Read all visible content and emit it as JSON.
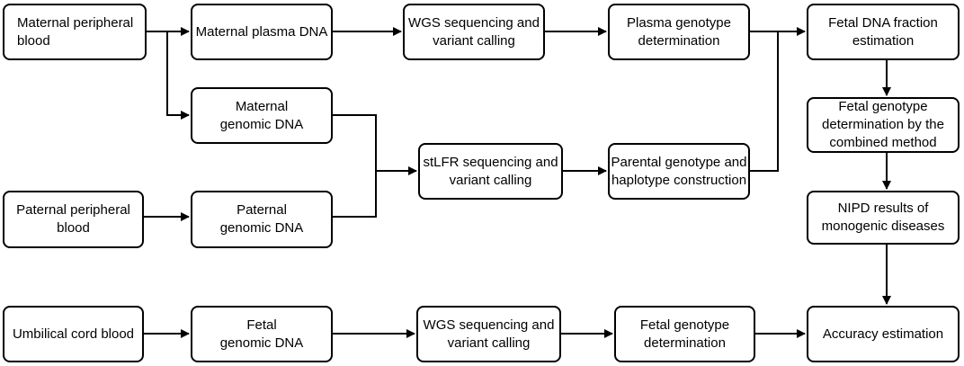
{
  "colors": {
    "stroke": "#000000",
    "fill": "#ffffff",
    "text": "#000000"
  },
  "nodes": {
    "maternal_blood": "Maternal peripheral\nblood",
    "maternal_plasma_dna": "Maternal plasma DNA",
    "wgs_plasma": "WGS sequencing and\nvariant calling",
    "plasma_genotype": "Plasma genotype\ndetermination",
    "fetal_fraction": "Fetal DNA fraction\nestimation",
    "maternal_genomic_dna": "Maternal\ngenomic DNA",
    "stlfr": "stLFR sequencing and\nvariant calling",
    "parental_genotype": "Parental genotype and\nhaplotype construction",
    "fetal_genotype_combined": "Fetal genotype\ndetermination by the\ncombined method",
    "paternal_blood": "Paternal peripheral\nblood",
    "paternal_genomic_dna": "Paternal\ngenomic DNA",
    "nipd_results": "NIPD results of\nmonogenic diseases",
    "cord_blood": "Umbilical cord blood",
    "fetal_genomic_dna": "Fetal\ngenomic DNA",
    "wgs_fetal": "WGS sequencing and\nvariant calling",
    "fetal_genotype": "Fetal genotype\ndetermination",
    "accuracy": "Accuracy estimation"
  }
}
